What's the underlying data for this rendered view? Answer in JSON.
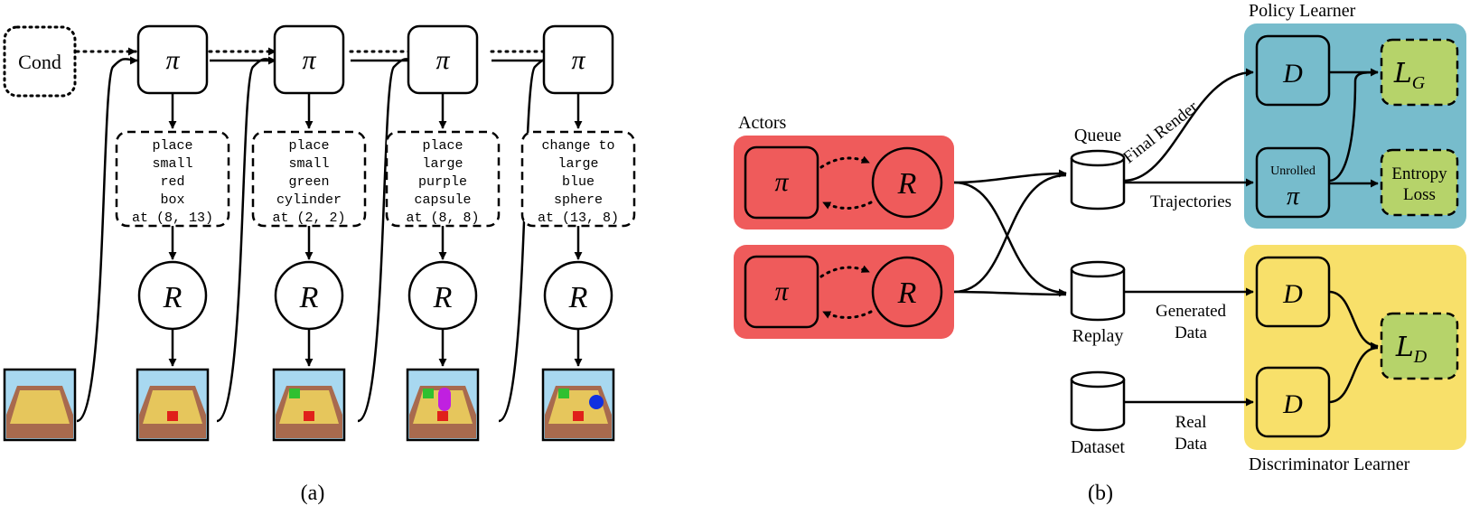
{
  "panel_a": {
    "caption": "(a)",
    "cond_label": "Cond",
    "policy_symbol": "π",
    "renderer_symbol": "R",
    "steps": [
      {
        "action": [
          "place",
          "small",
          "red",
          "box",
          "at (8, 13)"
        ]
      },
      {
        "action": [
          "place",
          "small",
          "green",
          "cylinder",
          "at (2, 2)"
        ]
      },
      {
        "action": [
          "place",
          "large",
          "purple",
          "capsule",
          "at (8, 8)"
        ]
      },
      {
        "action": [
          "change to",
          "large",
          "blue",
          "sphere",
          "at (13, 8)"
        ]
      }
    ],
    "canvas_colors": {
      "sky": "#a8d8f0",
      "floor": "#e6c65c",
      "wall": "#a86a4e",
      "red": "#e0201a",
      "green": "#30c030",
      "purple": "#c020e0",
      "blue": "#1030e0"
    }
  },
  "panel_b": {
    "caption": "(b)",
    "actors_label": "Actors",
    "policy_symbol": "π",
    "renderer_symbol": "R",
    "queue_label": "Queue",
    "replay_label": "Replay",
    "dataset_label": "Dataset",
    "final_render_label": "Final Render",
    "trajectories_label": "Trajectories",
    "generated_data_label": [
      "Generated",
      "Data"
    ],
    "real_data_label": [
      "Real",
      "Data"
    ],
    "policy_learner_label": "Policy Learner",
    "discriminator_learner_label": "Discriminator Learner",
    "d_symbol": "D",
    "unrolled_label": "Unrolled",
    "loss_g_symbol": "L",
    "loss_g_sub": "G",
    "loss_d_symbol": "L",
    "loss_d_sub": "D",
    "entropy_loss_label": [
      "Entropy",
      "Loss"
    ],
    "colors": {
      "actors": "#ef5b5b",
      "policy_learner": "#77bccc",
      "discriminator_learner": "#f8e06a",
      "loss": "#b6d36a",
      "d_fill": "#77bccc",
      "d_fill_disc": "#f8e06a"
    }
  }
}
